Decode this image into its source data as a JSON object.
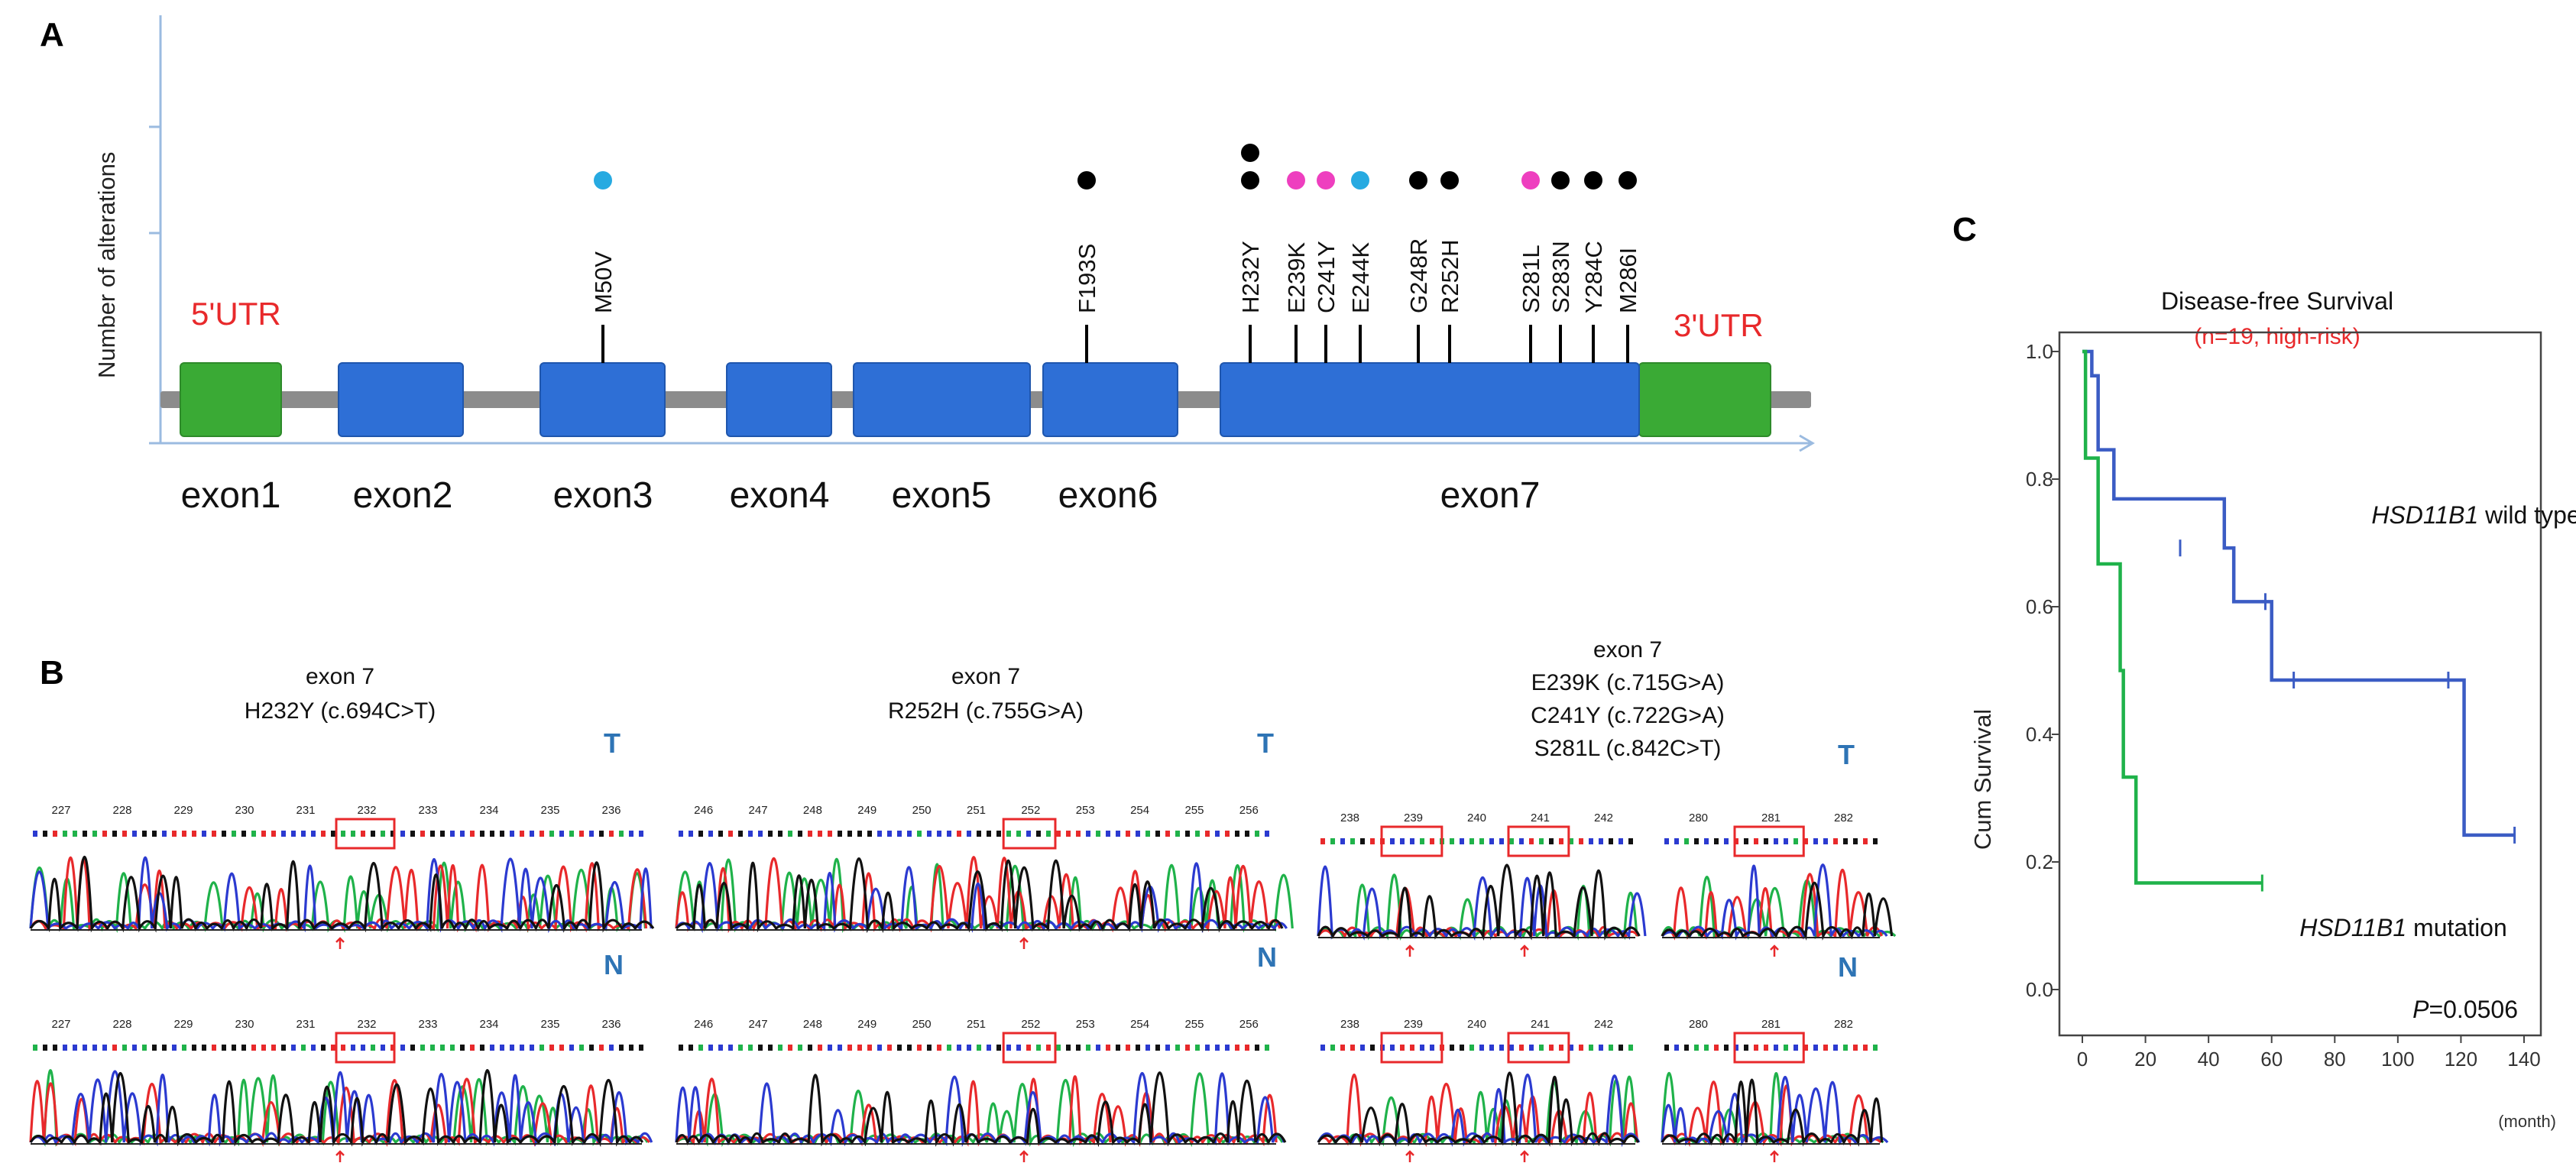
{
  "panel_a": {
    "letter": "A",
    "y_axis_title": "Number of alterations",
    "utr5": "5'UTR",
    "utr3": "3'UTR",
    "exons": [
      "exon1",
      "exon2",
      "exon3",
      "exon4",
      "exon5",
      "exon6",
      "exon7"
    ],
    "mutations": [
      {
        "label": "M50V",
        "dots": [
          "#27aae1"
        ]
      },
      {
        "label": "F193S",
        "dots": [
          "#000000"
        ]
      },
      {
        "label": "H232Y",
        "dots": [
          "#000000",
          "#000000"
        ]
      },
      {
        "label": "E239K",
        "dots": [
          "#ee3fbf"
        ]
      },
      {
        "label": "C241Y",
        "dots": [
          "#ee3fbf"
        ]
      },
      {
        "label": "E244K",
        "dots": [
          "#27aae1"
        ]
      },
      {
        "label": "G248R",
        "dots": [
          "#000000"
        ]
      },
      {
        "label": "R252H",
        "dots": [
          "#000000"
        ]
      },
      {
        "label": "S281L",
        "dots": [
          "#ee3fbf"
        ]
      },
      {
        "label": "S283N",
        "dots": [
          "#000000"
        ]
      },
      {
        "label": "Y284C",
        "dots": [
          "#000000"
        ]
      },
      {
        "label": "M286I",
        "dots": [
          "#000000"
        ]
      }
    ],
    "colors": {
      "exon": "#2e6fd6",
      "utr": "#3aaa35",
      "line": "#888888"
    }
  },
  "panel_b": {
    "letter": "B",
    "T_label": "T",
    "N_label": "N",
    "blocks": [
      {
        "heading": [
          "exon 7",
          "H232Y (c.694C>T)"
        ],
        "positions": [
          "227",
          "228",
          "229",
          "230",
          "231",
          "232",
          "233",
          "234",
          "235",
          "236"
        ]
      },
      {
        "heading": [
          "exon 7",
          "R252H (c.755G>A)"
        ],
        "positions": [
          "246",
          "247",
          "248",
          "249",
          "250",
          "251",
          "252",
          "253",
          "254",
          "255",
          "256"
        ]
      },
      {
        "heading": [
          "exon 7",
          "E239K (c.715G>A)",
          "C241Y (c.722G>A)",
          "S281L (c.842C>T)"
        ],
        "positions_left": [
          "238",
          "239",
          "240",
          "241",
          "242"
        ],
        "positions_right": [
          "280",
          "281",
          "282"
        ]
      }
    ]
  },
  "panel_c": {
    "letter": "C",
    "chart_data": {
      "type": "line",
      "title": "Disease-free Survival",
      "subtitle": "(n=19, high-risk)",
      "xlabel": "(month)",
      "ylabel": "Cum Survival",
      "xlim": [
        0,
        140
      ],
      "ylim": [
        0,
        1.0
      ],
      "xticks": [
        "0",
        "20",
        "40",
        "60",
        "80",
        "100",
        "120",
        "140"
      ],
      "yticks": [
        "0.0",
        "0.2",
        "0.4",
        "0.6",
        "0.8",
        "1.0"
      ],
      "p_value_label": "P",
      "p_value_text": "=0.0506",
      "series": [
        {
          "name_italic": "HSD11B1",
          "name_rest": " wild type",
          "color": "#3b5cc4",
          "steps": [
            [
              0,
              1.0
            ],
            [
              3,
              0.962
            ],
            [
              5,
              0.846
            ],
            [
              10,
              0.769
            ],
            [
              45,
              0.692
            ],
            [
              48,
              0.608
            ],
            [
              60,
              0.485
            ],
            [
              121,
              0.242
            ],
            [
              137,
              0.242
            ]
          ],
          "censors": [
            [
              31,
              0.692
            ],
            [
              58,
              0.608
            ],
            [
              67,
              0.485
            ],
            [
              116,
              0.485
            ],
            [
              137,
              0.242
            ]
          ]
        },
        {
          "name_italic": "HSD11B1",
          "name_rest": " mutation",
          "color": "#1fb24a",
          "steps": [
            [
              0,
              1.0
            ],
            [
              1,
              0.833
            ],
            [
              5,
              0.667
            ],
            [
              12,
              0.5
            ],
            [
              13,
              0.333
            ],
            [
              17,
              0.167
            ],
            [
              57,
              0.167
            ]
          ],
          "censors": [
            [
              57,
              0.167
            ]
          ]
        }
      ]
    }
  }
}
